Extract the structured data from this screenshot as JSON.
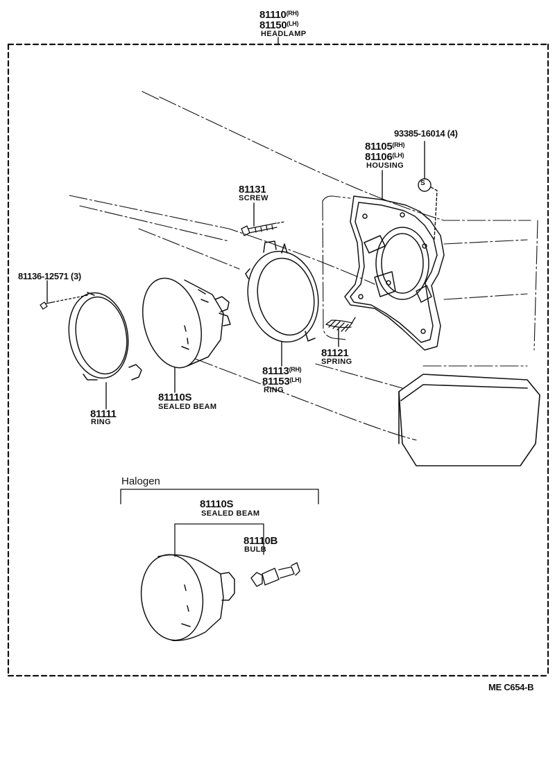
{
  "headlamp": {
    "pn_rh": "81110",
    "sfx_rh": "(RH)",
    "pn_lh": "81150",
    "sfx_lh": "(LH)",
    "name": "HEADLAMP"
  },
  "parts": {
    "screw_pn": "93385-16014 (4)",
    "screw_symbol": "S",
    "housing_pn_rh": "81105",
    "housing_sfx_rh": "(RH)",
    "housing_pn_lh": "81106",
    "housing_sfx_lh": "(LH)",
    "housing_name": "HOUSING",
    "screw2_pn": "81131",
    "screw2_name": "SCREW",
    "bolt_pn": "81136-12571 (3)",
    "ring_mid_pn_rh": "81113",
    "ring_mid_sfx_rh": "(RH)",
    "ring_mid_pn_lh": "81153",
    "ring_mid_sfx_lh": "(LH)",
    "ring_mid_name": "RING",
    "spring_pn": "81121",
    "spring_name": "SPRING",
    "beam_pn": "81110S",
    "beam_name": "SEALED BEAM",
    "ring_front_pn": "81111",
    "ring_front_name": "RING"
  },
  "halogen": {
    "title": "Halogen",
    "beam_pn": "81110S",
    "beam_name": "SEALED BEAM",
    "bulb_pn": "81110B",
    "bulb_name": "BULB"
  },
  "footer": {
    "code": "ME  C654-B"
  }
}
